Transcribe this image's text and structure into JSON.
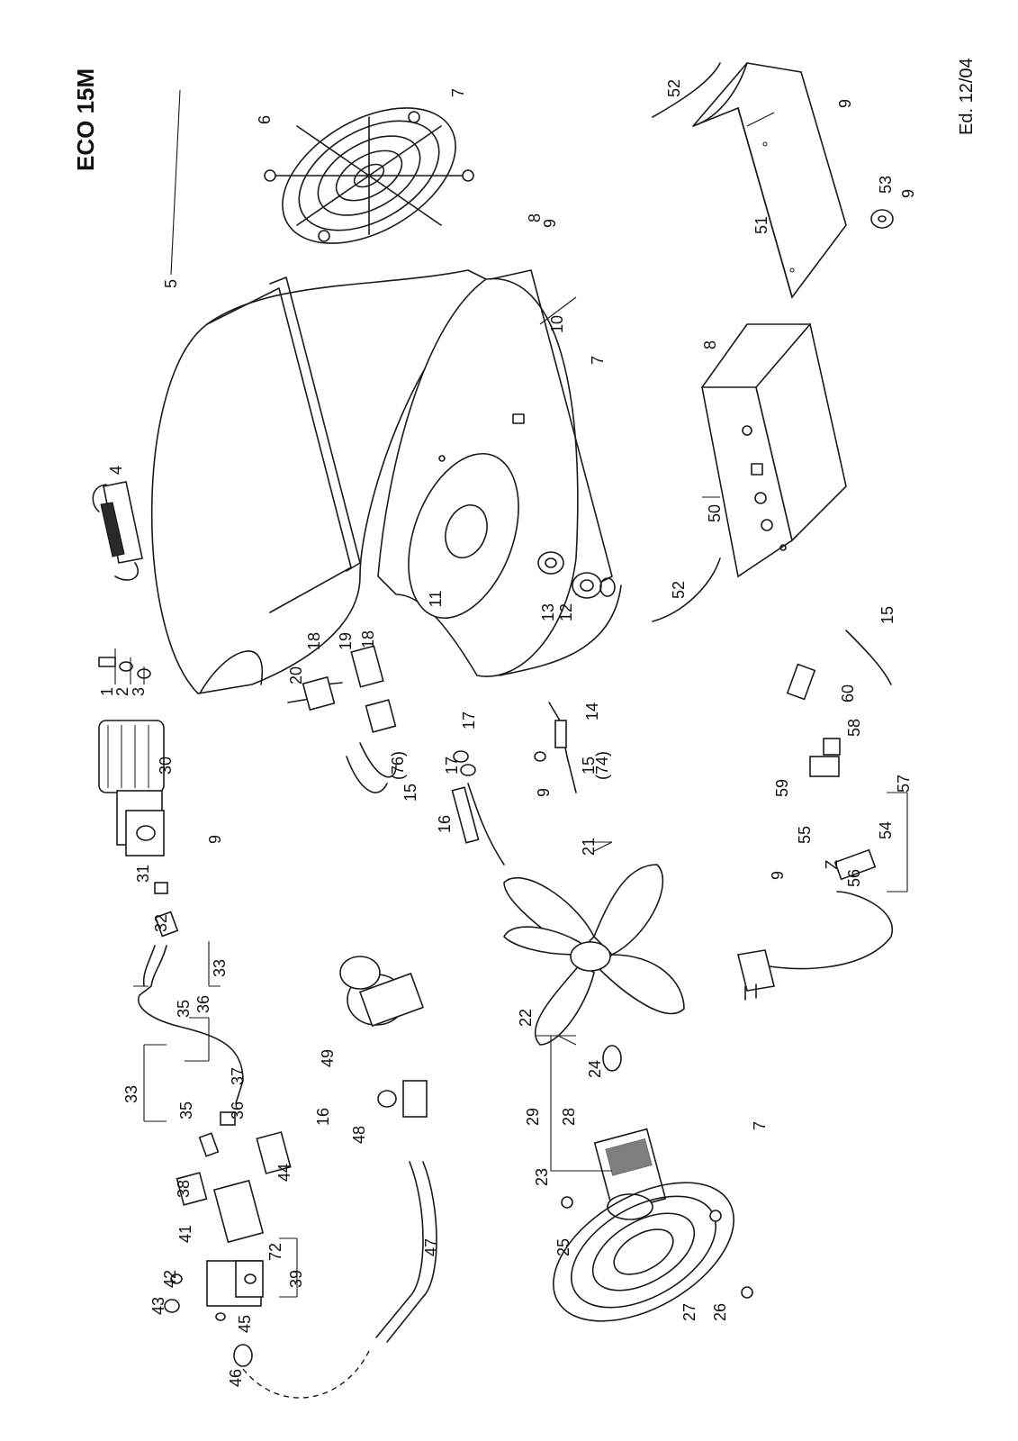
{
  "title": "ECO 15M",
  "edition": "Ed. 12/04",
  "callouts": [
    {
      "id": "c1",
      "text": "1"
    },
    {
      "id": "c2",
      "text": "2"
    },
    {
      "id": "c3",
      "text": "3"
    },
    {
      "id": "c4",
      "text": "4"
    },
    {
      "id": "c5",
      "text": "5"
    },
    {
      "id": "c6",
      "text": "6"
    },
    {
      "id": "c7a",
      "text": "7"
    },
    {
      "id": "c7b",
      "text": "7"
    },
    {
      "id": "c7c",
      "text": "7"
    },
    {
      "id": "c8a",
      "text": "8"
    },
    {
      "id": "c8b",
      "text": "8"
    },
    {
      "id": "c9a",
      "text": "9"
    },
    {
      "id": "c9b",
      "text": "9"
    },
    {
      "id": "c9c",
      "text": "9"
    },
    {
      "id": "c9d",
      "text": "9"
    },
    {
      "id": "c9e",
      "text": "9"
    },
    {
      "id": "c9f",
      "text": "9"
    },
    {
      "id": "c10",
      "text": "10"
    },
    {
      "id": "c11",
      "text": "11"
    },
    {
      "id": "c12",
      "text": "12"
    },
    {
      "id": "c13",
      "text": "13"
    },
    {
      "id": "c14",
      "text": "14"
    },
    {
      "id": "c15a",
      "text": "15"
    },
    {
      "id": "c15b",
      "text": "15"
    },
    {
      "id": "c15c",
      "text": "15"
    },
    {
      "id": "c15n74",
      "text": "(74)"
    },
    {
      "id": "c15n76",
      "text": "(76)"
    },
    {
      "id": "c16a",
      "text": "16"
    },
    {
      "id": "c16b",
      "text": "16"
    },
    {
      "id": "c17a",
      "text": "17"
    },
    {
      "id": "c17b",
      "text": "17"
    },
    {
      "id": "c18a",
      "text": "18"
    },
    {
      "id": "c18b",
      "text": "18"
    },
    {
      "id": "c19",
      "text": "19"
    },
    {
      "id": "c20",
      "text": "20"
    },
    {
      "id": "c21",
      "text": "21"
    },
    {
      "id": "c22",
      "text": "22"
    },
    {
      "id": "c23",
      "text": "23"
    },
    {
      "id": "c24",
      "text": "24"
    },
    {
      "id": "c25",
      "text": "25"
    },
    {
      "id": "c26",
      "text": "26"
    },
    {
      "id": "c27",
      "text": "27"
    },
    {
      "id": "c28",
      "text": "28"
    },
    {
      "id": "c29",
      "text": "29"
    },
    {
      "id": "c30",
      "text": "30"
    },
    {
      "id": "c31",
      "text": "31"
    },
    {
      "id": "c32",
      "text": "32"
    },
    {
      "id": "c33a",
      "text": "33"
    },
    {
      "id": "c33b",
      "text": "33"
    },
    {
      "id": "c35a",
      "text": "35"
    },
    {
      "id": "c35b",
      "text": "35"
    },
    {
      "id": "c36a",
      "text": "36"
    },
    {
      "id": "c36b",
      "text": "36"
    },
    {
      "id": "c37",
      "text": "37"
    },
    {
      "id": "c38",
      "text": "38"
    },
    {
      "id": "c39",
      "text": "39"
    },
    {
      "id": "c41",
      "text": "41"
    },
    {
      "id": "c42",
      "text": "42"
    },
    {
      "id": "c43",
      "text": "43"
    },
    {
      "id": "c44",
      "text": "44"
    },
    {
      "id": "c45",
      "text": "45"
    },
    {
      "id": "c46",
      "text": "46"
    },
    {
      "id": "c47",
      "text": "47"
    },
    {
      "id": "c48",
      "text": "48"
    },
    {
      "id": "c49",
      "text": "49"
    },
    {
      "id": "c50",
      "text": "50"
    },
    {
      "id": "c51",
      "text": "51"
    },
    {
      "id": "c52a",
      "text": "52"
    },
    {
      "id": "c52b",
      "text": "52"
    },
    {
      "id": "c53",
      "text": "53"
    },
    {
      "id": "c54",
      "text": "54"
    },
    {
      "id": "c55",
      "text": "55"
    },
    {
      "id": "c56",
      "text": "56"
    },
    {
      "id": "c57",
      "text": "57"
    },
    {
      "id": "c58",
      "text": "58"
    },
    {
      "id": "c59",
      "text": "59"
    },
    {
      "id": "c60",
      "text": "60"
    },
    {
      "id": "c72",
      "text": "72"
    },
    {
      "id": "cZ",
      "text": "Z"
    }
  ]
}
